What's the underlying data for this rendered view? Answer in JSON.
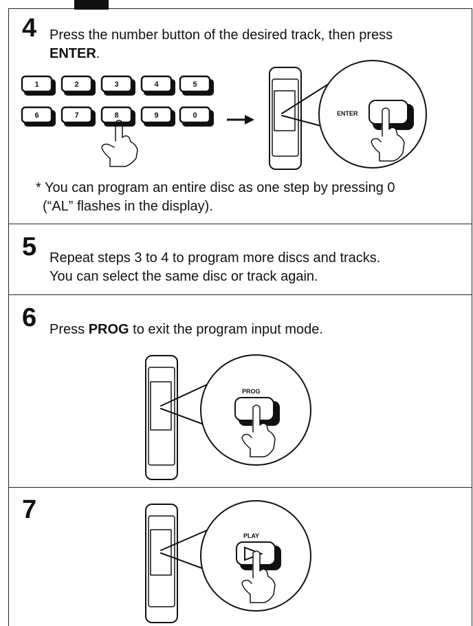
{
  "steps": [
    {
      "number": "4",
      "text_before": "Press the number button of the desired track, then press ",
      "bold": "ENTER",
      "text_after": "."
    },
    {
      "number": "5",
      "line1": "Repeat steps 3 to 4 to program more discs and tracks.",
      "line2": "You can select the same disc or track again."
    },
    {
      "number": "6",
      "text_before": "Press ",
      "bold": "PROG",
      "text_after": " to exit the program input mode."
    },
    {
      "number": "7"
    }
  ],
  "note": {
    "line1": "* You can program an entire disc as one step by pressing 0",
    "line2": "(“AL” flashes in the display)."
  },
  "keypad": {
    "row1": [
      "1",
      "2",
      "3",
      "4",
      "5"
    ],
    "row2": [
      "6",
      "7",
      "8",
      "9",
      "0"
    ]
  },
  "remote_buttons": {
    "enter": "ENTER",
    "prog": "PROG",
    "play": "PLAY"
  },
  "icons": [
    "hand-press-icon",
    "arrow-right-icon",
    "remote-control-icon",
    "play-symbol-icon"
  ]
}
